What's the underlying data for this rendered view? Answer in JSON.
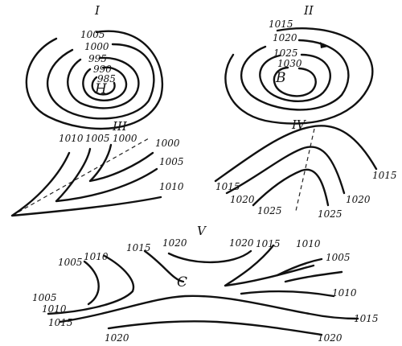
{
  "panels": [
    {
      "numeral": "I",
      "center": "H",
      "labels": [
        "1005",
        "1000",
        "995",
        "990",
        "985"
      ]
    },
    {
      "numeral": "II",
      "center": "B",
      "labels": [
        "1015",
        "1020",
        "1025",
        "1030"
      ]
    },
    {
      "numeral": "III",
      "labels": [
        "1010",
        "1005",
        "1000",
        "1000",
        "1005",
        "1010"
      ]
    },
    {
      "numeral": "IV",
      "labels": [
        "1015",
        "1020",
        "1025",
        "1025",
        "1020",
        "1015"
      ]
    },
    {
      "numeral": "V",
      "center": "C",
      "labels": [
        "1020",
        "1020",
        "1015",
        "1015",
        "1010",
        "1010",
        "1005",
        "1005",
        "1005",
        "1010",
        "1010",
        "1015",
        "1015",
        "1020",
        "1020"
      ]
    }
  ]
}
